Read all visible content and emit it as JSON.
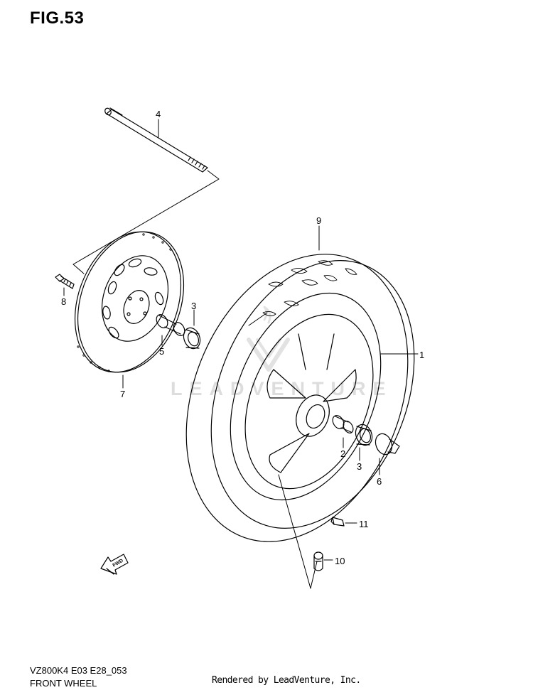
{
  "figure": {
    "title": "FIG.53"
  },
  "footer": {
    "model_code": "VZ800K4 E03 E28_053",
    "caption": "FRONT WHEEL",
    "credit": "Rendered by LeadVenture, Inc."
  },
  "watermark": {
    "text": "LEADVENTURE"
  },
  "fwd_label": "FWD",
  "callouts": [
    "1",
    "2",
    "3",
    "3",
    "4",
    "5",
    "6",
    "7",
    "8",
    "9",
    "10",
    "11"
  ],
  "colors": {
    "line": "#000000",
    "watermark": "#dddddd"
  }
}
